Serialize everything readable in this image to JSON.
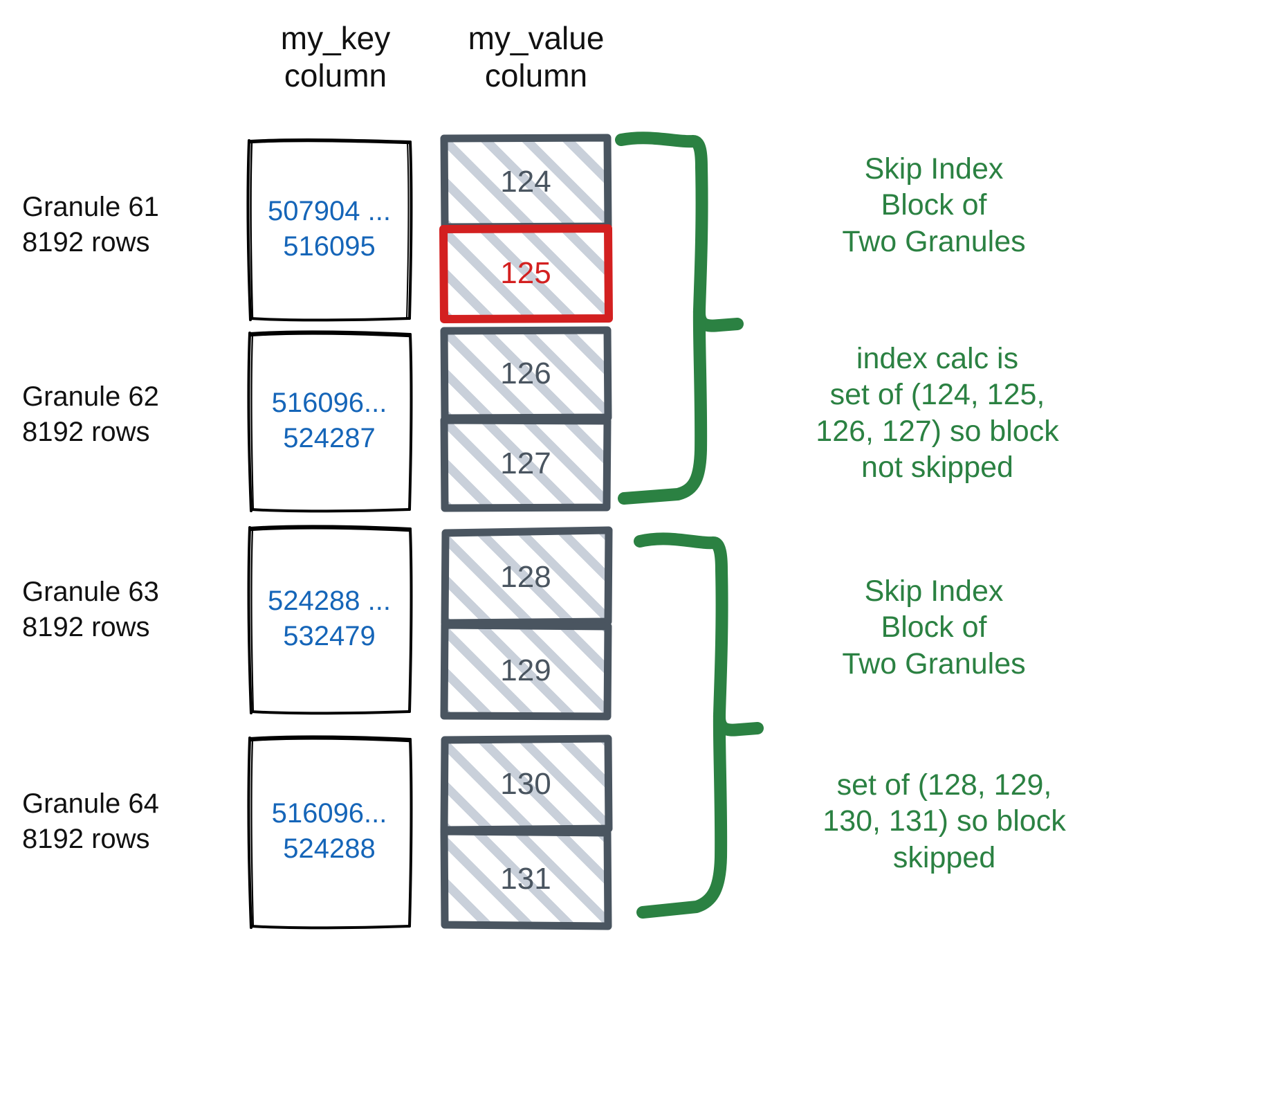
{
  "title": "ClickHouse skip index granule diagram",
  "colors": {
    "key_text": "#1565b8",
    "value_text": "#4a5560",
    "highlight": "#d32020",
    "annotation": "#2b8142",
    "cell_border": "#4a5560",
    "hatch": "#c6ced8"
  },
  "columns": {
    "key_header": "my_key\ncolumn",
    "value_header": "my_value\ncolumn"
  },
  "rows": [
    {
      "label": "Granule 61\n8192 rows",
      "key_range": "507904 ...\n516095",
      "values": [
        "124",
        "125"
      ],
      "highlighted": [
        "125"
      ]
    },
    {
      "label": "Granule 62\n8192 rows",
      "key_range": "516096...\n524287",
      "values": [
        "126",
        "127"
      ],
      "highlighted": []
    },
    {
      "label": "Granule 63\n8192 rows",
      "key_range": "524288 ...\n532479",
      "values": [
        "128",
        "129"
      ],
      "highlighted": []
    },
    {
      "label": "Granule 64\n8192 rows",
      "key_range": "516096...\n524288",
      "values": [
        "130",
        "131"
      ],
      "highlighted": []
    }
  ],
  "annotations": [
    {
      "name": "block-1-title",
      "text": "Skip Index\nBlock of\nTwo Granules"
    },
    {
      "name": "block-1-detail",
      "text": "index calc is\nset of (124, 125,\n126, 127) so block\nnot skipped"
    },
    {
      "name": "block-2-title",
      "text": "Skip Index\nBlock of\nTwo Granules"
    },
    {
      "name": "block-2-detail",
      "text": "set of (128, 129,\n130, 131) so block\nskipped"
    }
  ]
}
